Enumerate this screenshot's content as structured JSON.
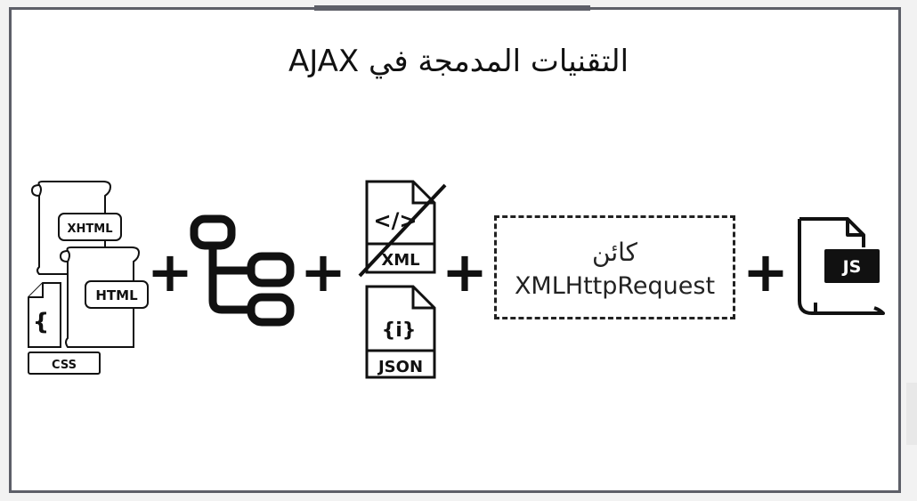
{
  "slide": {
    "title": "التقنيات المدمجة في AJAX"
  },
  "icons": {
    "xhtml_label": "XHTML",
    "html_label": "HTML",
    "css_brace": "{",
    "css_label": "CSS",
    "code_glyph": "</>",
    "xml_label": "XML",
    "json_glyph": "{i}",
    "json_label": "JSON",
    "js_label": "JS"
  },
  "operators": {
    "plus": "+"
  },
  "xhr_box": {
    "line1": "كائن",
    "line2": "XMLHttpRequest"
  },
  "colors": {
    "frame": "#5d5f68",
    "ink": "#111111",
    "background": "#ffffff"
  }
}
